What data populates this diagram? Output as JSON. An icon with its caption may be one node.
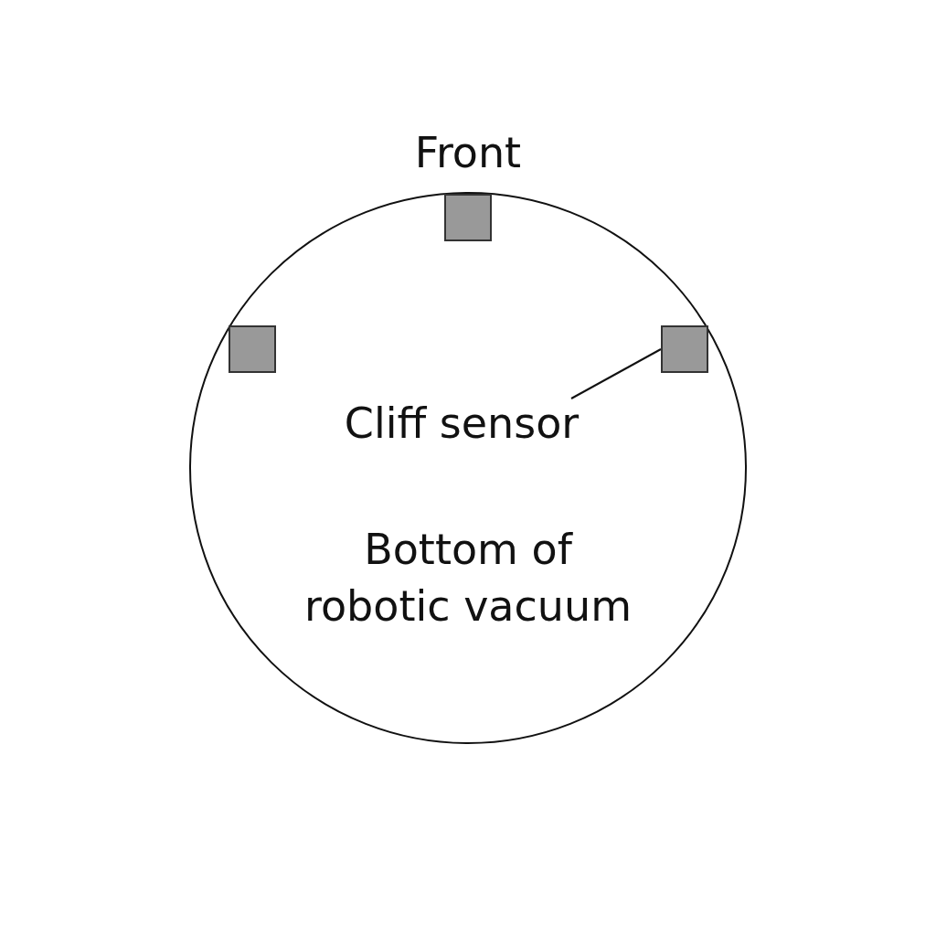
{
  "diagram": {
    "nodes": [
      {
        "text": [
          "Bottom of robotic vacuum"
        ]
      },
      {
        "text": [],
        "shape": "box",
        "in": 0
      },
      {
        "text": [],
        "shape": "box",
        "in": 0
      },
      {
        "text": [],
        "shape": "box",
        "in": 0
      },
      {
        "text": [
          "Cliff sensor"
        ],
        "in": 0
      }
    ],
    "edges": [
      {
        "from": 4,
        "to": 3,
        "arrow": "none"
      }
    ],
    "labels": [
      "Front"
    ]
  }
}
